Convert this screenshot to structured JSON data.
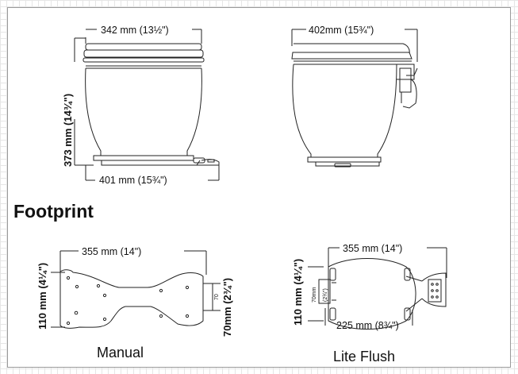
{
  "front_view": {
    "width_label": "342 mm (13½\")",
    "height_label": "373 mm (14¾\")",
    "base_label": "401 mm (15¾\")"
  },
  "side_view": {
    "width_label": "402mm (15¾\")"
  },
  "footprint_heading": "Footprint",
  "manual": {
    "length_label": "355 mm (14\")",
    "width_label": "110 mm (4¼\")",
    "end_label": "70mm (2¾\")",
    "small_label": "70",
    "caption": "Manual"
  },
  "lite_flush": {
    "length_label": "355 mm (14\")",
    "width_label": "110 mm (4¼\")",
    "bottom_label": "225 mm (8¾\")",
    "inner_mm_label": "70mm",
    "inner_in_label": "(2¾\")",
    "caption": "Lite Flush"
  }
}
